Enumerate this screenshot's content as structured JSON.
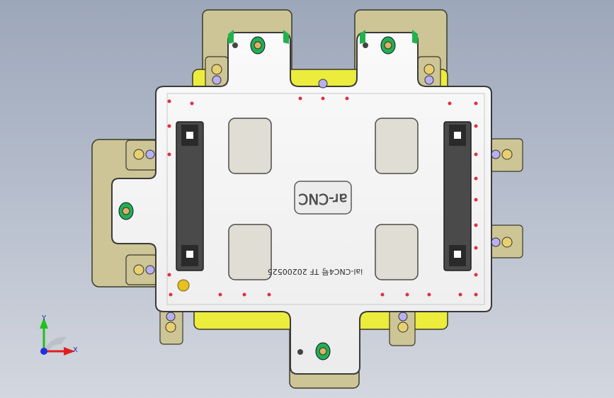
{
  "model": {
    "engraving_main": "ar-CNC",
    "engraving_date": "ial-CNC4号 TF 20200525"
  },
  "triad": {
    "x_label": "X",
    "y_label": "Y"
  },
  "colors": {
    "background_top": "#9ca7b9",
    "background_bottom": "#d3d7df",
    "base_plate": "#cdc596",
    "yellow_part": "#ecec3c",
    "fixture_plate": "#f4f4f4",
    "rubber_block": "#4a4a4a",
    "green_pin": "#22b14c",
    "red_hole": "#e03040",
    "axis_x": "#e02020",
    "axis_y": "#20c020",
    "axis_z": "#2030e0"
  }
}
